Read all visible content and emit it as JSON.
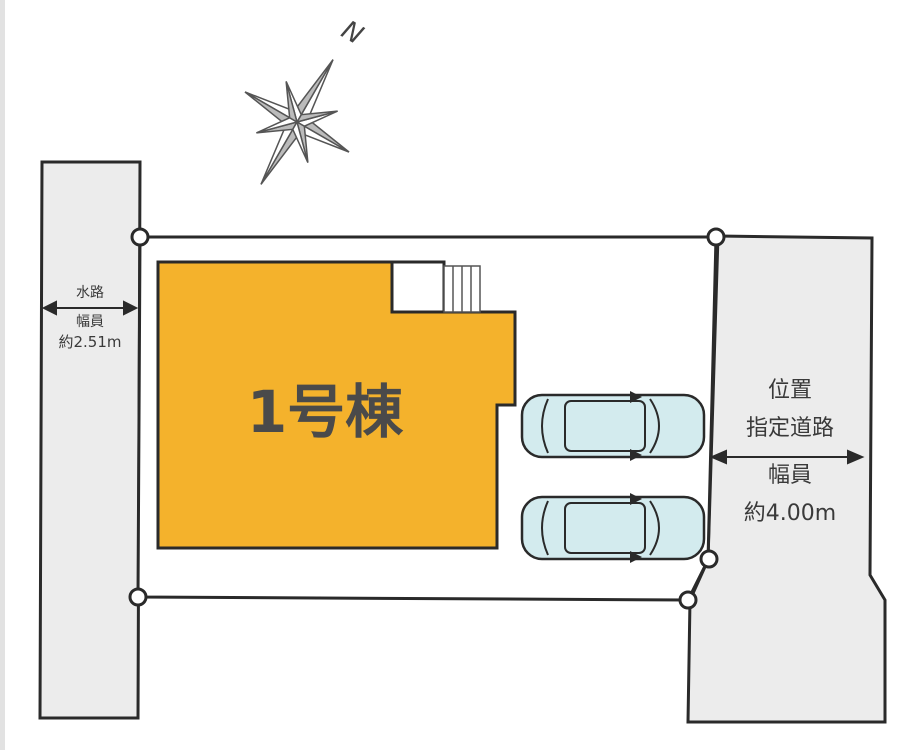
{
  "building": {
    "label": "1号棟",
    "color": "#f4b22c"
  },
  "compass": {
    "north_label": "N"
  },
  "waterway": {
    "name": "水路",
    "width_label": "幅員",
    "width_value": "約2.51m"
  },
  "road": {
    "name_line1": "位置",
    "name_line2": "指定道路",
    "width_label": "幅員",
    "width_value": "約4.00m"
  },
  "colors": {
    "ground": "#ececec",
    "car": "#d3ebee",
    "line": "#2a2a2a"
  },
  "parking": {
    "car_count": 2
  }
}
